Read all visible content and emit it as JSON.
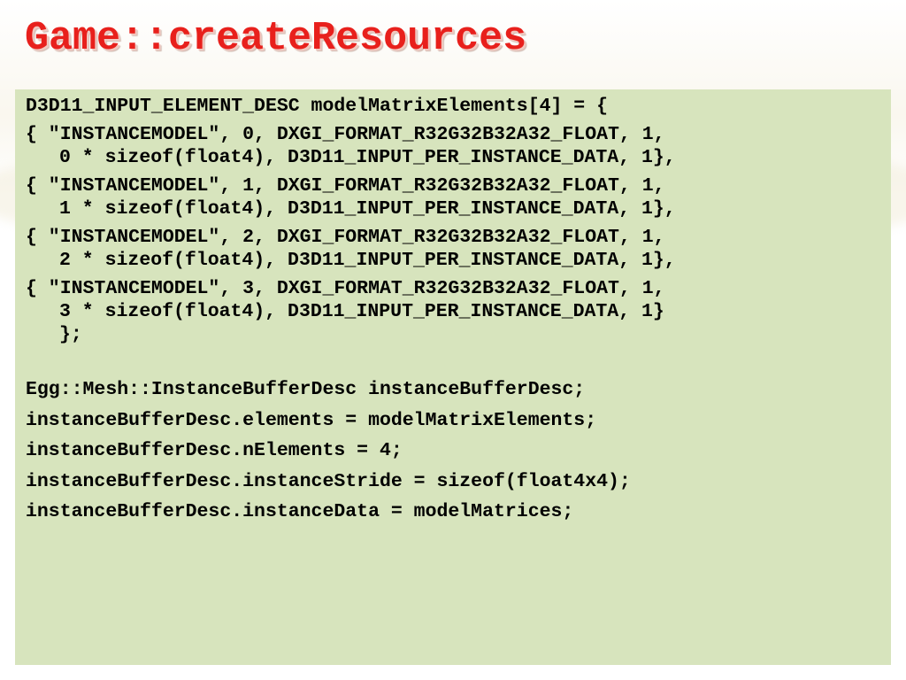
{
  "slide": {
    "title": "Game::createResources",
    "colors": {
      "title": "#e8201c",
      "panel_background": "#d7e4bd",
      "code_text": "#000000"
    }
  },
  "code": {
    "line_0": "D3D11_INPUT_ELEMENT_DESC modelMatrixElements[4] = {",
    "line_1a": "{ \"INSTANCEMODEL\", 0, DXGI_FORMAT_R32G32B32A32_FLOAT, 1,",
    "line_1b": "0 * sizeof(float4), D3D11_INPUT_PER_INSTANCE_DATA, 1},",
    "line_2a": "{ \"INSTANCEMODEL\", 1, DXGI_FORMAT_R32G32B32A32_FLOAT, 1,",
    "line_2b": "1 * sizeof(float4), D3D11_INPUT_PER_INSTANCE_DATA, 1},",
    "line_3a": "{ \"INSTANCEMODEL\", 2, DXGI_FORMAT_R32G32B32A32_FLOAT, 1,",
    "line_3b": "2 * sizeof(float4), D3D11_INPUT_PER_INSTANCE_DATA, 1},",
    "line_4a": "{ \"INSTANCEMODEL\", 3, DXGI_FORMAT_R32G32B32A32_FLOAT, 1,",
    "line_4b": "3 * sizeof(float4), D3D11_INPUT_PER_INSTANCE_DATA, 1}",
    "line_5": "};",
    "line_6": "Egg::Mesh::InstanceBufferDesc instanceBufferDesc;",
    "line_7": "instanceBufferDesc.elements = modelMatrixElements;",
    "line_8": "instanceBufferDesc.nElements = 4;",
    "line_9": "instanceBufferDesc.instanceStride = sizeof(float4x4);",
    "line_10": "instanceBufferDesc.instanceData = modelMatrices;"
  }
}
